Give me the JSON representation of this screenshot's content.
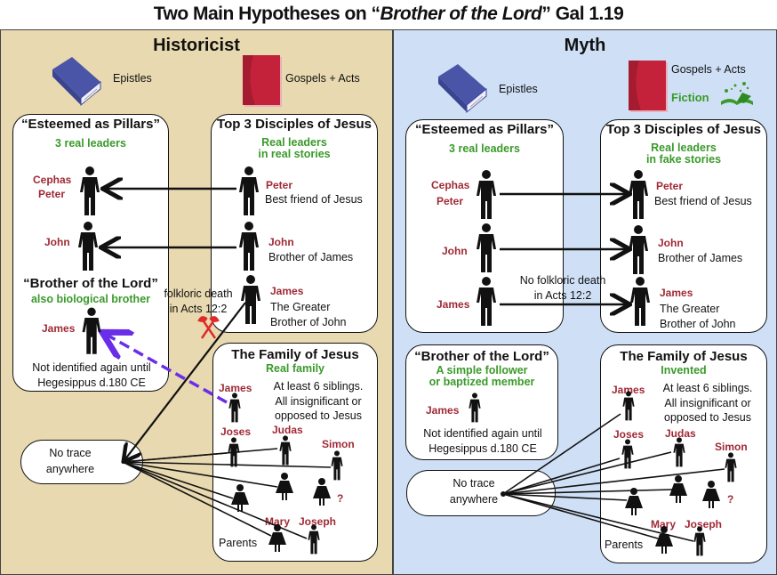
{
  "title": {
    "prefix": "Two Main Hypotheses on “",
    "emph": "Brother of the Lord",
    "suffix": "” Gal 1.19"
  },
  "historicist": {
    "heading": "Historicist",
    "books": {
      "epistles": "Epistles",
      "gospels": "Gospels + Acts"
    },
    "pillars_box": {
      "title": "“Esteemed as Pillars”",
      "subtitle": "3  real leaders",
      "cephas_label": "Cephas",
      "peter_label": "Peter",
      "john_label": "John"
    },
    "brother_section": {
      "title": "“Brother of the Lord”",
      "subtitle": "also biological brother",
      "james_label": "James",
      "note_line1": "Not identified again until",
      "note_line2": "Hegesippus d.180 CE"
    },
    "disciples_box": {
      "title": "Top 3 Disciples of Jesus",
      "subtitle_line1": "Real leaders",
      "subtitle_line2": "in real stories",
      "peter": {
        "name": "Peter",
        "desc": "Best friend of Jesus"
      },
      "john": {
        "name": "John",
        "desc": "Brother of James"
      },
      "james": {
        "name": "James",
        "desc1": "The Greater",
        "desc2": "Brother of John"
      }
    },
    "death_note": {
      "line1": "folkloric death",
      "line2": "in Acts 12:2"
    },
    "family_box": {
      "title": "The Family of Jesus",
      "subtitle": "Real family",
      "siblings_note": [
        "At least 6 siblings.",
        "All insignificant or",
        "opposed to Jesus"
      ],
      "members": {
        "james": "James",
        "joses": "Joses",
        "judas": "Judas",
        "simon": "Simon",
        "unknown": "?",
        "mary": "Mary",
        "joseph": "Joseph"
      },
      "parents_label": "Parents"
    },
    "no_trace": {
      "line1": "No trace",
      "line2": "anywhere"
    }
  },
  "myth": {
    "heading": "Myth",
    "books": {
      "epistles": "Epistles",
      "gospels": "Gospels + Acts",
      "fiction": "Fiction"
    },
    "pillars_box": {
      "title": "“Esteemed as Pillars”",
      "subtitle": "3  real leaders",
      "cephas_label": "Cephas",
      "peter_label": "Peter",
      "john_label": "John",
      "james_label": "James"
    },
    "death_note": {
      "line1": "No folkloric death",
      "line2": "in Acts 12:2"
    },
    "disciples_box": {
      "title": "Top 3 Disciples of Jesus",
      "subtitle_line1": "Real leaders",
      "subtitle_line2": "in fake stories",
      "peter": {
        "name": "Peter",
        "desc": "Best friend of Jesus"
      },
      "john": {
        "name": "John",
        "desc": "Brother of James"
      },
      "james": {
        "name": "James",
        "desc1": "The Greater",
        "desc2": "Brother of John"
      }
    },
    "brother_box": {
      "title": "“Brother of the Lord”",
      "subtitle_line1": "A simple follower",
      "subtitle_line2": "or baptized member",
      "james_label": "James",
      "note_line1": "Not identified again until",
      "note_line2": "Hegesippus  d.180 CE"
    },
    "family_box": {
      "title": "The Family of Jesus",
      "subtitle": "Invented",
      "siblings_note": [
        "At least 6 siblings.",
        "All insignificant or",
        "opposed to Jesus"
      ],
      "members": {
        "james": "James",
        "joses": "Joses",
        "judas": "Judas",
        "simon": "Simon",
        "unknown": "?",
        "mary": "Mary",
        "joseph": "Joseph"
      },
      "parents_label": "Parents"
    },
    "no_trace": {
      "line1": "No trace",
      "line2": "anywhere"
    }
  },
  "colors": {
    "historicist_bg": "#e8d9b0",
    "myth_bg": "#cfe0f6",
    "name_red": "#a02a36",
    "subtitle_green": "#3a9a2a",
    "dashed_arrow_purple": "#6a2ee8",
    "axe_red": "#e02a2a",
    "epistles_book_blue": "#4a55a8",
    "gospels_book_red": "#c4223a"
  }
}
